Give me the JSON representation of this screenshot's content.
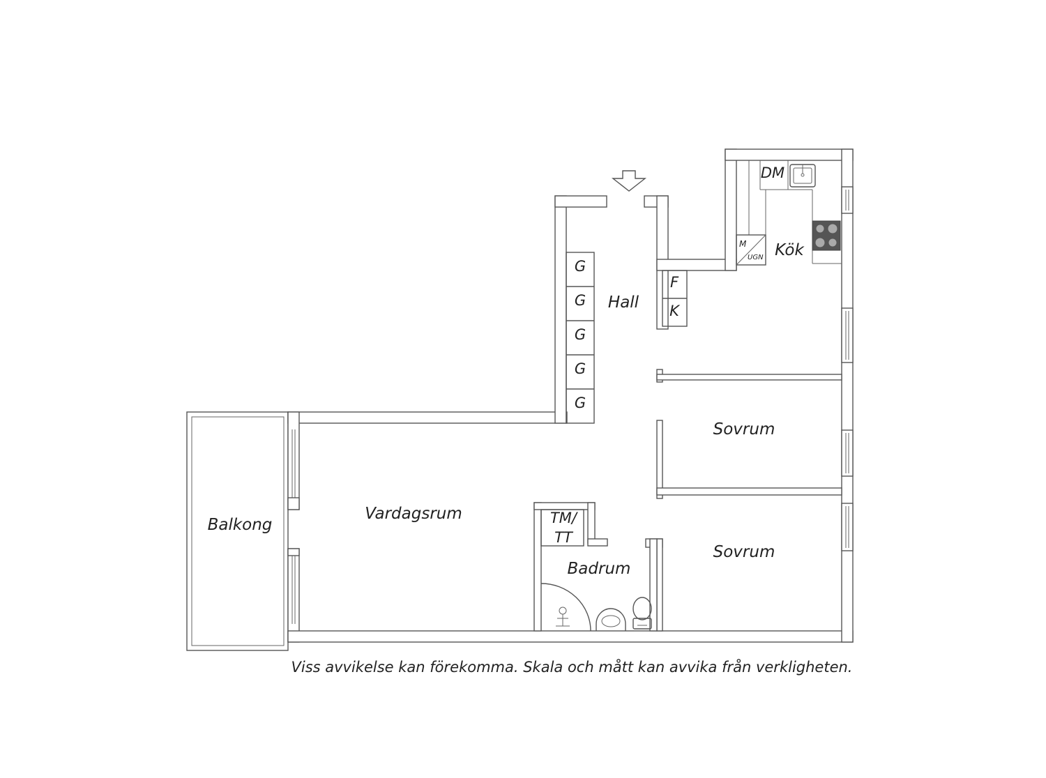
{
  "rooms": {
    "hall": "Hall",
    "kok": "Kök",
    "vardagsrum": "Vardagsrum",
    "balkong": "Balkong",
    "sovrum_1": "Sovrum",
    "sovrum_2": "Sovrum",
    "badrum": "Badrum"
  },
  "fixtures": {
    "wardrobe": [
      "G",
      "G",
      "G",
      "G",
      "G"
    ],
    "fridge": "F",
    "freezer": "K",
    "dishwasher": "DM",
    "microwave": "M",
    "oven": "UGN",
    "washer_line1": "TM/",
    "washer_line2": "TT"
  },
  "disclaimer": "Viss avvikelse kan förekomma. Skala och mått kan avvika från verkligheten.",
  "colors": {
    "wall": "#555555",
    "text": "#222222",
    "stove": "#555555"
  }
}
